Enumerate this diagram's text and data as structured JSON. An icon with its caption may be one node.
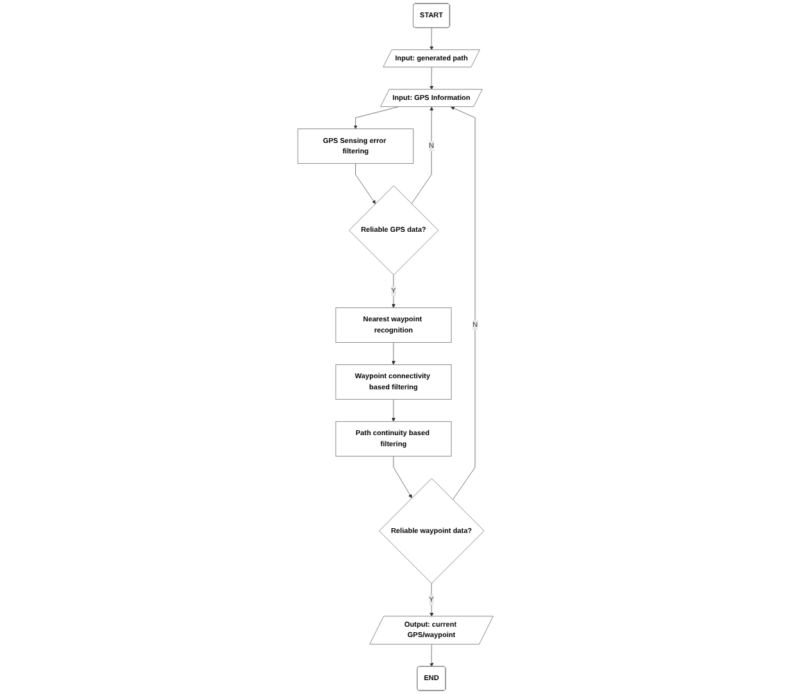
{
  "diagram": {
    "nodes": [
      {
        "text": [
          "START"
        ]
      },
      {
        "text": [
          "Input: generated path"
        ]
      },
      {
        "text": [
          "Input: GPS Information"
        ]
      },
      {
        "text": [
          "GPS Sensing error filtering"
        ]
      },
      {
        "text": [
          "Reliable GPS data?"
        ]
      },
      {
        "text": [
          "Nearest waypoint recognition"
        ]
      },
      {
        "text": [
          "Waypoint connectivity based filtering"
        ]
      },
      {
        "text": [
          "Path continuity based filtering"
        ]
      },
      {
        "text": [
          "Reliable waypoint data?"
        ]
      },
      {
        "text": [
          "Output: current GPS/waypoint"
        ]
      },
      {
        "text": [
          "END"
        ]
      }
    ],
    "edges": [
      {
        "from": 0,
        "to": 1,
        "arrow": "to"
      },
      {
        "from": 1,
        "to": 2,
        "arrow": "to"
      },
      {
        "from": 2,
        "to": 3,
        "arrow": "to"
      },
      {
        "from": 3,
        "to": 4,
        "arrow": "to"
      },
      {
        "from": 4,
        "to": 2,
        "arrow": "to",
        "label": "N"
      },
      {
        "from": 4,
        "to": 5,
        "arrow": "to",
        "label": "Y"
      },
      {
        "from": 5,
        "to": 6,
        "arrow": "to"
      },
      {
        "from": 6,
        "to": 7,
        "arrow": "to"
      },
      {
        "from": 7,
        "to": 8,
        "arrow": "to"
      },
      {
        "from": 8,
        "to": 2,
        "arrow": "to",
        "label": "N"
      },
      {
        "from": 8,
        "to": 9,
        "arrow": "to",
        "label": "Y"
      },
      {
        "from": 9,
        "to": 10,
        "arrow": "to"
      }
    ]
  }
}
